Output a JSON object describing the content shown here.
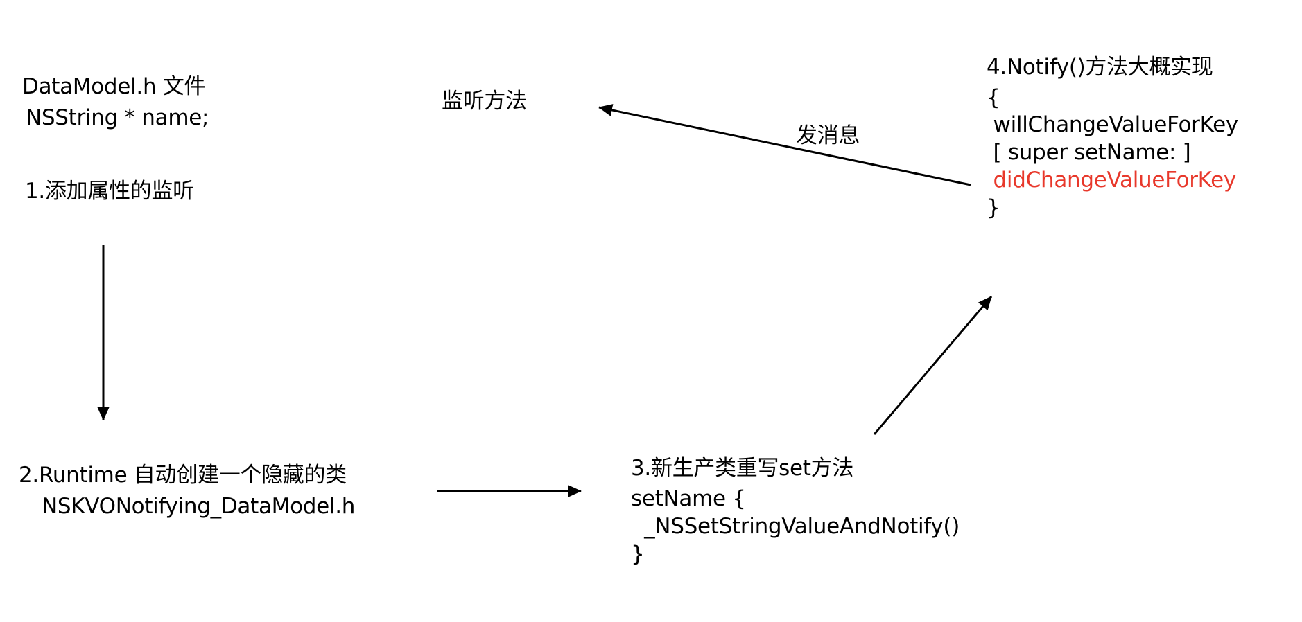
{
  "node1": {
    "line1": "DataModel.h 文件",
    "line2": "NSString * name;",
    "step": "1.添加属性的监听"
  },
  "listener": {
    "label": "监听方法"
  },
  "node2": {
    "line1": "2.Runtime 自动创建一个隐藏的类",
    "line2": "NSKVONotifying_DataModel.h"
  },
  "node3": {
    "line1": "3.新生产类重写set方法",
    "line2": "setName {",
    "line3": "  _NSSetStringValueAndNotify()",
    "line4": "}"
  },
  "node4": {
    "line1": "4.Notify()方法大概实现",
    "line2": "{",
    "line3": " willChangeValueForKey",
    "line4": " [ super setName: ]",
    "line5": " didChangeValueForKey",
    "line6": "}"
  },
  "edges": {
    "send_message_label": "发消息"
  },
  "colors": {
    "text": "#000000",
    "highlight": "#e8382b",
    "background": "#ffffff"
  }
}
